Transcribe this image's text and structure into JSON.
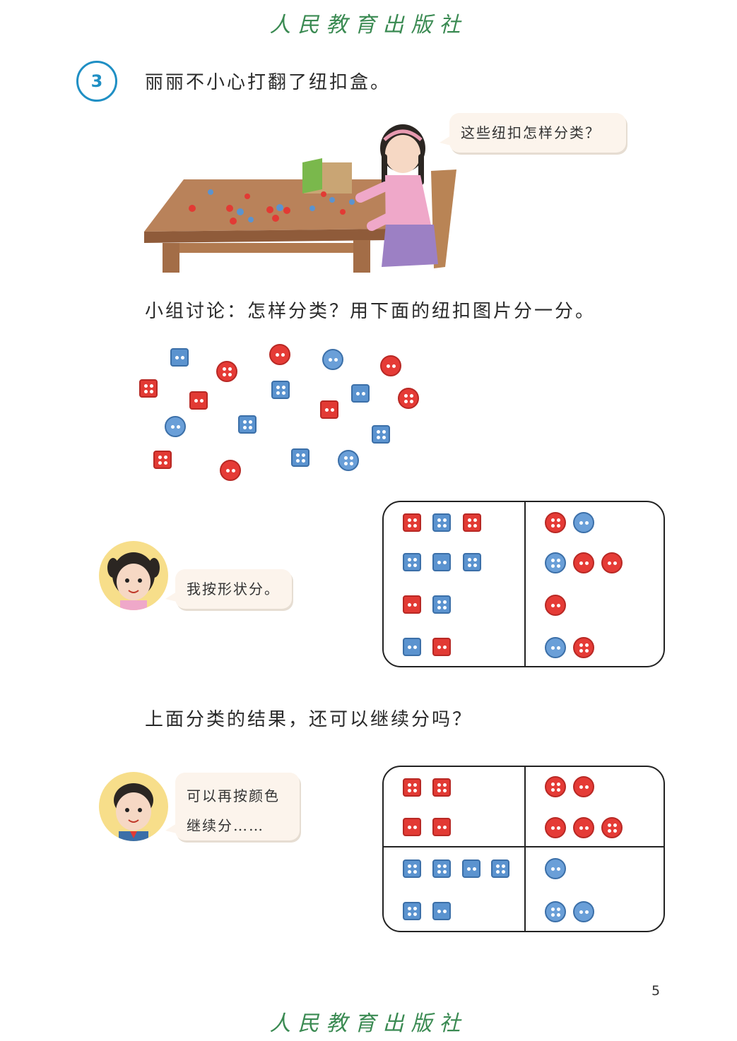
{
  "publisher": "人民教育出版社",
  "problem_number": "3",
  "intro": "丽丽不小心打翻了纽扣盒。",
  "speech_girl_table": "这些纽扣怎样分类？",
  "discussion": "小组讨论：怎样分类？用下面的纽扣图片分一分。",
  "speech_girl_shape": "我按形状分。",
  "question": "上面分类的结果，还可以继续分吗？",
  "speech_boy_line1": "可以再按颜色",
  "speech_boy_line2": "继续分……",
  "page_number": "5",
  "colors": {
    "red": "#e23a34",
    "blue": "#5b93cf",
    "accent": "#1f8fc4",
    "publisher": "#3a8a52"
  }
}
